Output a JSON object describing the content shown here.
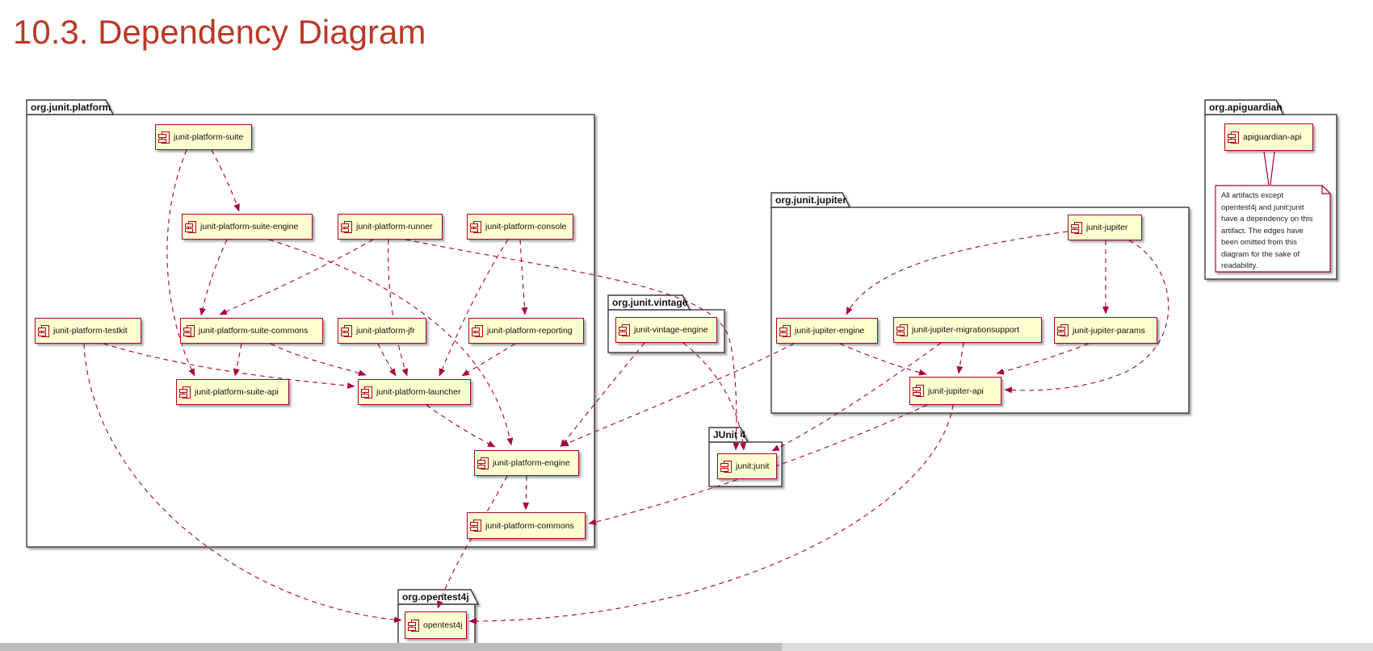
{
  "title": "10.3. Dependency Diagram",
  "packages": {
    "platform": {
      "label": "org.junit.platform"
    },
    "vintage": {
      "label": "org.junit.vintage"
    },
    "jupiter": {
      "label": "org.junit.jupiter"
    },
    "junit4": {
      "label": "JUnit 4"
    },
    "apiguardian": {
      "label": "org.apiguardian"
    },
    "opentest4j": {
      "label": "org.opentest4j"
    }
  },
  "components": {
    "suite": {
      "label": "junit-platform-suite"
    },
    "suite_engine": {
      "label": "junit-platform-suite-engine"
    },
    "runner": {
      "label": "junit-platform-runner"
    },
    "console": {
      "label": "junit-platform-console"
    },
    "testkit": {
      "label": "junit-platform-testkit"
    },
    "suite_commons": {
      "label": "junit-platform-suite-commons"
    },
    "jfr": {
      "label": "junit-platform-jfr"
    },
    "reporting": {
      "label": "junit-platform-reporting"
    },
    "suite_api": {
      "label": "junit-platform-suite-api"
    },
    "launcher": {
      "label": "junit-platform-launcher"
    },
    "engine": {
      "label": "junit-platform-engine"
    },
    "commons": {
      "label": "junit-platform-commons"
    },
    "vintage_engine": {
      "label": "junit-vintage-engine"
    },
    "jupiter": {
      "label": "junit-jupiter"
    },
    "jupiter_engine": {
      "label": "junit-jupiter-engine"
    },
    "migrationsupport": {
      "label": "junit-jupiter-migrationsupport"
    },
    "params": {
      "label": "junit-jupiter-params"
    },
    "jupiter_api": {
      "label": "junit-jupiter-api"
    },
    "junitjunit": {
      "label": "junit:junit"
    },
    "apiguardian_api": {
      "label": "apiguardian-api"
    },
    "opentest4j": {
      "label": "opentest4j"
    }
  },
  "note": {
    "lines": [
      "All artifacts except",
      "opentest4j and junit:junit",
      "have a dependency on this",
      "artifact. The edges have",
      "been omitted from this",
      "diagram for the sake of",
      "readability."
    ]
  },
  "edges": [
    {
      "from": "junit-platform-suite",
      "to": "junit-platform-suite-engine"
    },
    {
      "from": "junit-platform-suite",
      "to": "junit-platform-suite-api"
    },
    {
      "from": "junit-platform-suite-engine",
      "to": "junit-platform-suite-commons"
    },
    {
      "from": "junit-platform-suite-engine",
      "to": "junit-platform-engine"
    },
    {
      "from": "junit-platform-runner",
      "to": "junit-platform-suite-commons"
    },
    {
      "from": "junit-platform-runner",
      "to": "junit-platform-launcher"
    },
    {
      "from": "junit-platform-runner",
      "to": "junit:junit"
    },
    {
      "from": "junit-platform-console",
      "to": "junit-platform-reporting"
    },
    {
      "from": "junit-platform-console",
      "to": "junit-platform-launcher"
    },
    {
      "from": "junit-platform-jfr",
      "to": "junit-platform-launcher"
    },
    {
      "from": "junit-platform-reporting",
      "to": "junit-platform-launcher"
    },
    {
      "from": "junit-platform-suite-commons",
      "to": "junit-platform-suite-api"
    },
    {
      "from": "junit-platform-suite-commons",
      "to": "junit-platform-launcher"
    },
    {
      "from": "junit-platform-testkit",
      "to": "junit-platform-launcher"
    },
    {
      "from": "junit-platform-testkit",
      "to": "opentest4j"
    },
    {
      "from": "junit-platform-launcher",
      "to": "junit-platform-engine"
    },
    {
      "from": "junit-platform-engine",
      "to": "junit-platform-commons"
    },
    {
      "from": "junit-platform-engine",
      "to": "opentest4j"
    },
    {
      "from": "junit-vintage-engine",
      "to": "junit-platform-engine"
    },
    {
      "from": "junit-vintage-engine",
      "to": "junit:junit"
    },
    {
      "from": "junit-jupiter",
      "to": "junit-jupiter-engine"
    },
    {
      "from": "junit-jupiter",
      "to": "junit-jupiter-params"
    },
    {
      "from": "junit-jupiter",
      "to": "junit-jupiter-api"
    },
    {
      "from": "junit-jupiter-engine",
      "to": "junit-jupiter-api"
    },
    {
      "from": "junit-jupiter-engine",
      "to": "junit-platform-engine"
    },
    {
      "from": "junit-jupiter-migrationsupport",
      "to": "junit-jupiter-api"
    },
    {
      "from": "junit-jupiter-migrationsupport",
      "to": "junit:junit"
    },
    {
      "from": "junit-jupiter-params",
      "to": "junit-jupiter-api"
    },
    {
      "from": "junit-jupiter-api",
      "to": "junit-platform-commons"
    },
    {
      "from": "junit-jupiter-api",
      "to": "opentest4j"
    }
  ],
  "colors": {
    "heading": "#ba3925",
    "component_fill": "#fefece",
    "component_border": "#a80036",
    "edge": "#a80036",
    "package_border": "#3b3b3b",
    "scrollbar_track": "#dcdcdc",
    "scrollbar_thumb": "#bdbdbd"
  }
}
